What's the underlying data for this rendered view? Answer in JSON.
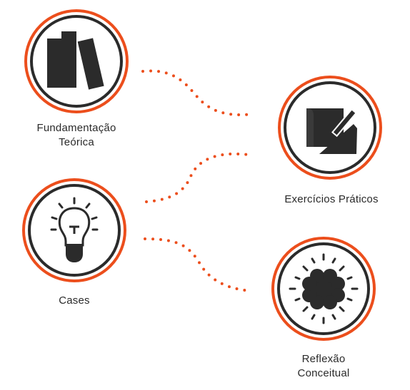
{
  "theme": {
    "accent": "#ec4e1c",
    "ink": "#2b2b2b"
  },
  "nodes": [
    {
      "id": "fundamentacao-teorica",
      "icon": "books-icon",
      "label_lines": [
        "Fundamentação",
        "Teórica"
      ]
    },
    {
      "id": "exercicios-praticos",
      "icon": "notebook-pencil-icon",
      "label_lines": [
        "Exercícios Práticos"
      ]
    },
    {
      "id": "cases",
      "icon": "lightbulb-icon",
      "label_lines": [
        "Cases"
      ]
    },
    {
      "id": "reflexao-conceitual",
      "icon": "thought-cloud-icon",
      "label_lines": [
        "Reflexão",
        "Conceitual"
      ]
    }
  ]
}
